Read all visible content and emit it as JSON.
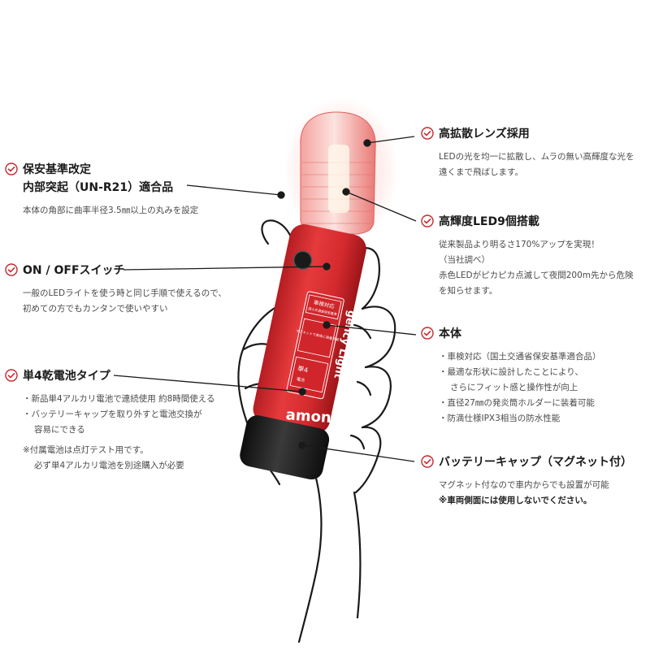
{
  "product": {
    "device_labels": [
      "車検対応",
      "国土交通省保安基準",
      "マグネットで車体に装着可能",
      "単4",
      "電池"
    ],
    "printed_text": "gency Light",
    "logo_text": "amon"
  },
  "colors": {
    "accent": "#c9272c",
    "product_red": "#d8262b",
    "cap_black": "#1c1c1c",
    "line": "#222222"
  },
  "callouts": [
    {
      "id": "safety",
      "icon": "check-circle-icon",
      "title": "保安基準改定",
      "title2": "内部突起（UN-R21）適合品",
      "lines": [
        "本体の角部に曲率半径3.5㎜以上の丸みを設定"
      ]
    },
    {
      "id": "switch",
      "icon": "check-circle-icon",
      "title": "ON / OFFスイッチ",
      "lines": [
        "一般のLEDライトを使う時と同じ手順で使えるので、",
        "初めての方でもカンタンで使いやすい"
      ]
    },
    {
      "id": "battery",
      "icon": "check-circle-icon",
      "title": "単4乾電池タイプ",
      "lines": [
        "・新品単4アルカリ電池で連続使用 約8時間使える",
        "・バッテリーキャップを取り外すと電池交換が",
        "容易にできる"
      ],
      "notes": [
        "※付属電池は点灯テスト用です。",
        "必ず単4アルカリ電池を別途購入が必要"
      ]
    },
    {
      "id": "lens",
      "icon": "check-circle-icon",
      "title": "高拡散レンズ採用",
      "lines": [
        "LEDの光を均一に拡散し、ムラの無い高輝度な光を",
        "遠くまで飛ばします。"
      ]
    },
    {
      "id": "led",
      "icon": "check-circle-icon",
      "title": "高輝度LED9個搭載",
      "lines": [
        "従来製品より明るさ170%アップを実現！",
        "（当社調べ）",
        "赤色LEDがピカピカ点滅して夜間200m先から危険",
        "を知らせます。"
      ]
    },
    {
      "id": "body",
      "icon": "check-circle-icon",
      "title": "本体",
      "lines": [
        "・車検対応（国土交通省保安基準適合品）",
        "・最適な形状に設計したことにより、",
        "さらにフィット感と操作性が向上",
        "・直径27㎜の発炎筒ホルダーに装着可能",
        "・防滴仕様IPX3相当の防水性能"
      ]
    },
    {
      "id": "cap",
      "icon": "check-circle-icon",
      "title": "バッテリーキャップ（マグネット付）",
      "lines": [
        "マグネット付なので車内からでも設置が可能",
        "※車両側面には使用しないでください。"
      ]
    }
  ]
}
